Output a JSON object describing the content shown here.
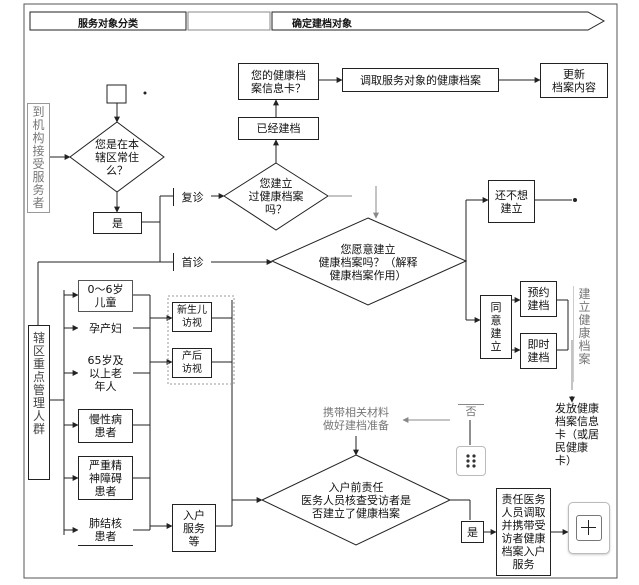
{
  "header": {
    "left": "服务对象分类",
    "right": "确定建档对象"
  },
  "side": {
    "walk_in": "到机构接受服务者",
    "key_groups": "辖区重点管理人群",
    "build_file": "建立健康档案"
  },
  "nodes": {
    "file_card": "您的健康档\n案信息卡？",
    "retrieve": "调取服务对象的健康档案",
    "update": "更新\n档案内容",
    "already_built": "已经建档",
    "resident_q": "您是在本\n辖区常住\n么？",
    "yes": "是",
    "built_q": "您建立\n过健康档案\n吗？",
    "revisit": "复诊",
    "first_visit": "首诊",
    "willing_q": "您愿意建立\n健康档案吗？（解释\n健康档案作用）",
    "not_yet": "还不想\n建立",
    "agree": "同\n意\n建\n立",
    "appointment": "预约\n建档",
    "immediate": "即时\n建档",
    "issue_card": "发放健康\n档案信息\n卡（或居\n民健康\n卡）",
    "prepare": "携带相关材料\n做好建档准备",
    "no": "否",
    "home_q": "入户前责任\n医务人员核查受访者是\n否建立了健康档案",
    "yes2": "是",
    "responsible": "责任医务\n人员调取\n并携带受\n访者健康\n档案入户\n服务"
  },
  "groups": {
    "children": "0～6岁\n儿童",
    "pregnant": "孕产妇",
    "elderly": "65岁及\n以上老\n年人",
    "chronic": "慢性病\n患者",
    "mental": "严重精\n神障碍\n患者",
    "tb": "肺结核\n患者",
    "newborn": "新生儿\n访视",
    "postpartum": "产后\n访视",
    "home_service": "入户\n服务\n等"
  },
  "icons": {
    "handle": "drag-handle-icon",
    "add": "plus-icon"
  },
  "colors": {
    "line": "#222222",
    "muted": "#777777"
  }
}
